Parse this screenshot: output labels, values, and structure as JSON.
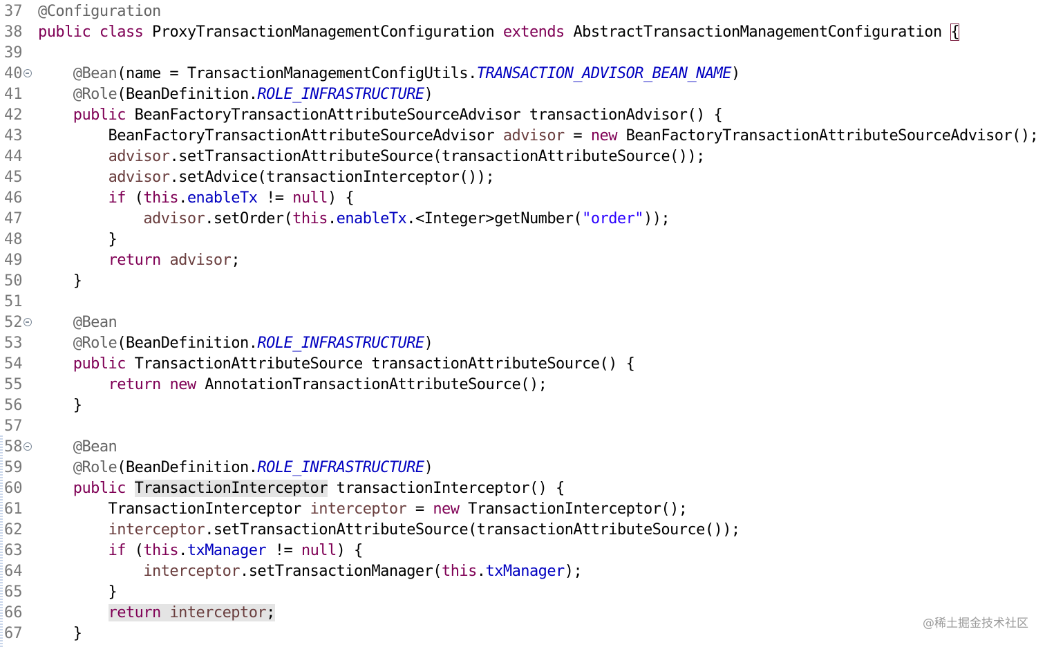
{
  "lines": [
    {
      "n": "37",
      "tokens": [
        {
          "t": "@Configuration",
          "c": "an"
        }
      ]
    },
    {
      "n": "38",
      "tokens": [
        {
          "t": "public",
          "c": "kw"
        },
        {
          "t": " "
        },
        {
          "t": "class",
          "c": "kw"
        },
        {
          "t": " ProxyTransactionManagementConfiguration "
        },
        {
          "t": "extends",
          "c": "kw"
        },
        {
          "t": " AbstractTransactionManagementConfiguration "
        },
        {
          "t": "{",
          "c": "brace-box"
        }
      ]
    },
    {
      "n": "39",
      "tokens": []
    },
    {
      "n": "40",
      "fold": true,
      "tokens": [
        {
          "t": "    "
        },
        {
          "t": "@Bean",
          "c": "an"
        },
        {
          "t": "(name = TransactionManagementConfigUtils."
        },
        {
          "t": "TRANSACTION_ADVISOR_BEAN_NAME",
          "c": "cst"
        },
        {
          "t": ")"
        }
      ]
    },
    {
      "n": "41",
      "tokens": [
        {
          "t": "    "
        },
        {
          "t": "@Role",
          "c": "an"
        },
        {
          "t": "(BeanDefinition."
        },
        {
          "t": "ROLE_INFRASTRUCTURE",
          "c": "cst"
        },
        {
          "t": ")"
        }
      ]
    },
    {
      "n": "42",
      "tokens": [
        {
          "t": "    "
        },
        {
          "t": "public",
          "c": "kw"
        },
        {
          "t": " BeanFactoryTransactionAttributeSourceAdvisor transactionAdvisor() {"
        }
      ]
    },
    {
      "n": "43",
      "tokens": [
        {
          "t": "        BeanFactoryTransactionAttributeSourceAdvisor "
        },
        {
          "t": "advisor",
          "c": "var"
        },
        {
          "t": " = "
        },
        {
          "t": "new",
          "c": "kw"
        },
        {
          "t": " BeanFactoryTransactionAttributeSourceAdvisor();"
        }
      ]
    },
    {
      "n": "44",
      "tokens": [
        {
          "t": "        "
        },
        {
          "t": "advisor",
          "c": "var"
        },
        {
          "t": ".setTransactionAttributeSource(transactionAttributeSource());"
        }
      ]
    },
    {
      "n": "45",
      "tokens": [
        {
          "t": "        "
        },
        {
          "t": "advisor",
          "c": "var"
        },
        {
          "t": ".setAdvice(transactionInterceptor());"
        }
      ]
    },
    {
      "n": "46",
      "tokens": [
        {
          "t": "        "
        },
        {
          "t": "if",
          "c": "kw"
        },
        {
          "t": " ("
        },
        {
          "t": "this",
          "c": "kw"
        },
        {
          "t": "."
        },
        {
          "t": "enableTx",
          "c": "fld"
        },
        {
          "t": " != "
        },
        {
          "t": "null",
          "c": "kw"
        },
        {
          "t": ") {"
        }
      ]
    },
    {
      "n": "47",
      "tokens": [
        {
          "t": "            "
        },
        {
          "t": "advisor",
          "c": "var"
        },
        {
          "t": ".setOrder("
        },
        {
          "t": "this",
          "c": "kw"
        },
        {
          "t": "."
        },
        {
          "t": "enableTx",
          "c": "fld"
        },
        {
          "t": ".<Integer>getNumber("
        },
        {
          "t": "\"order\"",
          "c": "str"
        },
        {
          "t": "));"
        }
      ]
    },
    {
      "n": "48",
      "tokens": [
        {
          "t": "        }"
        }
      ]
    },
    {
      "n": "49",
      "tokens": [
        {
          "t": "        "
        },
        {
          "t": "return",
          "c": "kw"
        },
        {
          "t": " "
        },
        {
          "t": "advisor",
          "c": "var"
        },
        {
          "t": ";"
        }
      ]
    },
    {
      "n": "50",
      "tokens": [
        {
          "t": "    }"
        }
      ]
    },
    {
      "n": "51",
      "tokens": []
    },
    {
      "n": "52",
      "fold": true,
      "tokens": [
        {
          "t": "    "
        },
        {
          "t": "@Bean",
          "c": "an"
        }
      ]
    },
    {
      "n": "53",
      "tokens": [
        {
          "t": "    "
        },
        {
          "t": "@Role",
          "c": "an"
        },
        {
          "t": "(BeanDefinition."
        },
        {
          "t": "ROLE_INFRASTRUCTURE",
          "c": "cst"
        },
        {
          "t": ")"
        }
      ]
    },
    {
      "n": "54",
      "tokens": [
        {
          "t": "    "
        },
        {
          "t": "public",
          "c": "kw"
        },
        {
          "t": " TransactionAttributeSource transactionAttributeSource() {"
        }
      ]
    },
    {
      "n": "55",
      "tokens": [
        {
          "t": "        "
        },
        {
          "t": "return",
          "c": "kw"
        },
        {
          "t": " "
        },
        {
          "t": "new",
          "c": "kw"
        },
        {
          "t": " AnnotationTransactionAttributeSource();"
        }
      ]
    },
    {
      "n": "56",
      "tokens": [
        {
          "t": "    }"
        }
      ]
    },
    {
      "n": "57",
      "tokens": []
    },
    {
      "n": "58",
      "fold": true,
      "tokens": [
        {
          "t": "    "
        },
        {
          "t": "@Bean",
          "c": "an"
        }
      ]
    },
    {
      "n": "59",
      "tokens": [
        {
          "t": "    "
        },
        {
          "t": "@Role",
          "c": "an"
        },
        {
          "t": "(BeanDefinition."
        },
        {
          "t": "ROLE_INFRASTRUCTURE",
          "c": "cst"
        },
        {
          "t": ")"
        }
      ]
    },
    {
      "n": "60",
      "tokens": [
        {
          "t": "    "
        },
        {
          "t": "public",
          "c": "kw"
        },
        {
          "t": " "
        },
        {
          "t": "TransactionInterceptor",
          "c": "hl"
        },
        {
          "t": " transactionInterceptor() {"
        }
      ]
    },
    {
      "n": "61",
      "tokens": [
        {
          "t": "        TransactionInterceptor "
        },
        {
          "t": "interceptor",
          "c": "var"
        },
        {
          "t": " = "
        },
        {
          "t": "new",
          "c": "kw"
        },
        {
          "t": " TransactionInterceptor();"
        }
      ]
    },
    {
      "n": "62",
      "tokens": [
        {
          "t": "        "
        },
        {
          "t": "interceptor",
          "c": "var"
        },
        {
          "t": ".setTransactionAttributeSource(transactionAttributeSource());"
        }
      ]
    },
    {
      "n": "63",
      "tokens": [
        {
          "t": "        "
        },
        {
          "t": "if",
          "c": "kw"
        },
        {
          "t": " ("
        },
        {
          "t": "this",
          "c": "kw"
        },
        {
          "t": "."
        },
        {
          "t": "txManager",
          "c": "fld"
        },
        {
          "t": " != "
        },
        {
          "t": "null",
          "c": "kw"
        },
        {
          "t": ") {"
        }
      ]
    },
    {
      "n": "64",
      "tokens": [
        {
          "t": "            "
        },
        {
          "t": "interceptor",
          "c": "var"
        },
        {
          "t": ".setTransactionManager("
        },
        {
          "t": "this",
          "c": "kw"
        },
        {
          "t": "."
        },
        {
          "t": "txManager",
          "c": "fld"
        },
        {
          "t": ");"
        }
      ]
    },
    {
      "n": "65",
      "tokens": [
        {
          "t": "        }"
        }
      ]
    },
    {
      "n": "66",
      "tokens": [
        {
          "t": "        "
        },
        {
          "t": "return",
          "c": "kw hl"
        },
        {
          "t": " ",
          "c": "hl"
        },
        {
          "t": "interceptor",
          "c": "var hl"
        },
        {
          "t": ";",
          "c": "hl"
        }
      ]
    },
    {
      "n": "67",
      "tokens": [
        {
          "t": "    }"
        }
      ]
    }
  ],
  "watermark": "@稀土掘金技术社区",
  "colors": {
    "keyword": "#7f0055",
    "annotation": "#646464",
    "constant": "#0000c0",
    "field": "#0000c0",
    "local_variable": "#6a3e3e",
    "string": "#2a00ff",
    "line_number": "#787878",
    "highlight": "#e4e4e4"
  }
}
